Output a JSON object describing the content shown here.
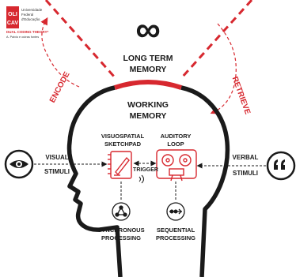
{
  "logo": {
    "mark_line1": "OLI",
    "mark_line2": "CAV",
    "org_line1": "Universidade",
    "org_line2": "Federal",
    "org_line3": "d'Educação",
    "theory": "DUAL CODING THEORY*",
    "subtitle": "A. Paivio e outras fontes"
  },
  "diagram": {
    "infinity_symbol": "∞",
    "long_term_memory": [
      "LONG TERM",
      "MEMORY"
    ],
    "working_memory": [
      "WORKING",
      "MEMORY"
    ],
    "encode": "ENCODE",
    "retrieve": "RETRIEVE",
    "visuospatial": [
      "VISUOSPATIAL",
      "SKETCHPAD"
    ],
    "auditory": [
      "AUDITORY",
      "LOOP"
    ],
    "trigger": "TRIGGER",
    "visual_stimuli": [
      "VISUAL",
      "STIMULI"
    ],
    "verbal_stimuli": [
      "VERBAL",
      "STIMULI"
    ],
    "synchronous": [
      "SYNCHRONOUS",
      "PROCESSING"
    ],
    "sequential": [
      "SEQUENTIAL",
      "PROCESSING"
    ]
  },
  "colors": {
    "accent": "#d7282f",
    "ink": "#1a1a1a"
  },
  "icons": [
    "eye-icon",
    "quote-icon",
    "sketchpad-icon",
    "tape-recorder-icon",
    "network-icon",
    "sequence-icon"
  ]
}
